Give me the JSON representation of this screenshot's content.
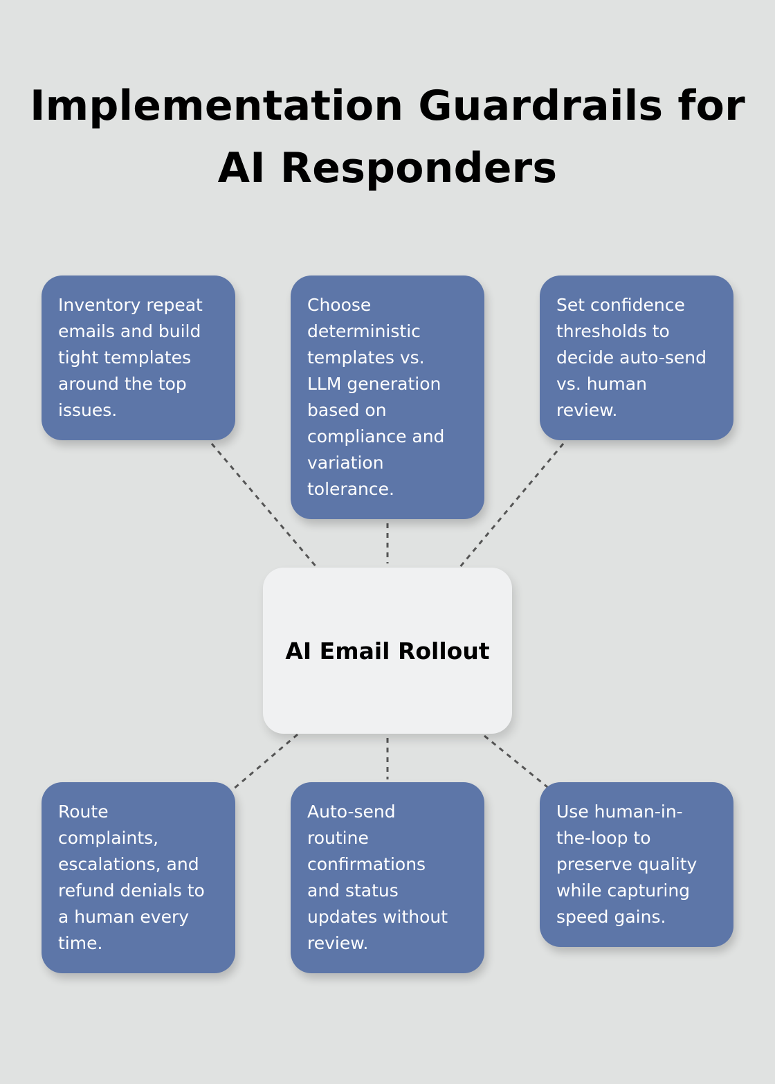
{
  "title": {
    "line1": "Implementation Guardrails for",
    "line2": "AI Responders"
  },
  "center": {
    "label": "AI Email Rollout"
  },
  "nodes": [
    {
      "lines": [
        "Inventory repeat",
        "emails and build",
        "tight templates",
        "around the top",
        "issues."
      ]
    },
    {
      "lines": [
        "Choose",
        "deterministic",
        "templates vs.",
        "LLM generation",
        "based on",
        "compliance and",
        "variation",
        "tolerance."
      ]
    },
    {
      "lines": [
        "Set confidence",
        "thresholds to",
        "decide auto-send",
        "vs. human",
        "review."
      ]
    },
    {
      "lines": [
        "Route",
        "complaints,",
        "escalations, and",
        "refund denials to",
        "a human every",
        "time."
      ]
    },
    {
      "lines": [
        "Auto-send",
        "routine",
        "confirmations",
        "and status",
        "updates without",
        "review."
      ]
    },
    {
      "lines": [
        "Use human-in-",
        "the-loop to",
        "preserve quality",
        "while capturing",
        "speed gains."
      ]
    }
  ],
  "colors": {
    "background": "#e0e2e1",
    "node_fill": "#5d76a8",
    "center_fill": "#f0f1f2",
    "connector": "#555555"
  }
}
